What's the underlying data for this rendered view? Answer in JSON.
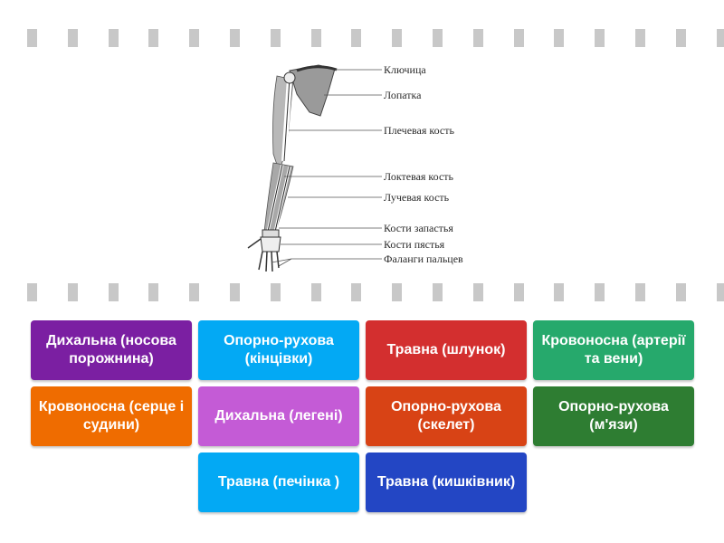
{
  "diagram": {
    "labels": [
      "Ключица",
      "Лопатка",
      "Плечевая кость",
      "Локтевая кость",
      "Лучевая кость",
      "Кости запастья",
      "Кости пястья",
      "Фаланги пальцев"
    ]
  },
  "tiles": [
    {
      "label": "Дихальна (носова порожнина)",
      "color": "#7b1fa2"
    },
    {
      "label": "Опорно-рухова (кінцівки)",
      "color": "#03a9f4"
    },
    {
      "label": "Травна (шлунок)",
      "color": "#d32f2f"
    },
    {
      "label": "Кровоносна (артерії та вени)",
      "color": "#26a96c"
    },
    {
      "label": "Кровоносна (серце і судини)",
      "color": "#ef6c00"
    },
    {
      "label": "Дихальна (легені)",
      "color": "#c45bd6"
    },
    {
      "label": "Опорно-рухова (скелет)",
      "color": "#d84315"
    },
    {
      "label": "Опорно-рухова (м'язи)",
      "color": "#2e7d32"
    },
    {
      "label": "Травна (печінка )",
      "color": "#03a9f4"
    },
    {
      "label": "Травна (кишківник)",
      "color": "#2346c4"
    }
  ]
}
